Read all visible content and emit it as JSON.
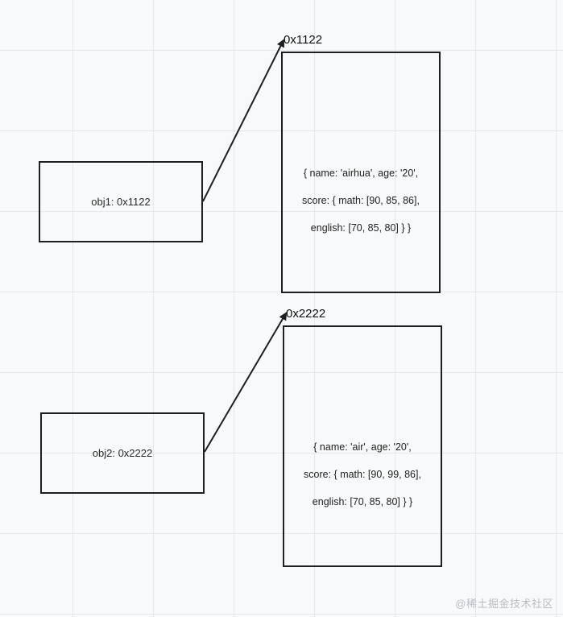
{
  "diagram": {
    "objects": [
      {
        "label": "obj1: 0x1122"
      },
      {
        "label": "obj2: 0x2222"
      }
    ],
    "memory": [
      {
        "address": "0x1122",
        "lines": [
          "{    name: 'airhua',    age: '20',",
          "score: {      math: [90, 85, 86],",
          "english: [70, 85, 80]    } }"
        ]
      },
      {
        "address": "0x2222",
        "lines": [
          "{    name: 'air',    age: '20',",
          "score: {      math: [90, 99, 86],",
          "english: [70, 85, 80]    } }"
        ]
      }
    ],
    "watermark": "@稀土掘金技术社区"
  },
  "colors": {
    "background": "#f8f9fa",
    "grid": "#e6e7e9",
    "stroke": "#1f1f1f",
    "watermark": "#b9bcc2"
  }
}
